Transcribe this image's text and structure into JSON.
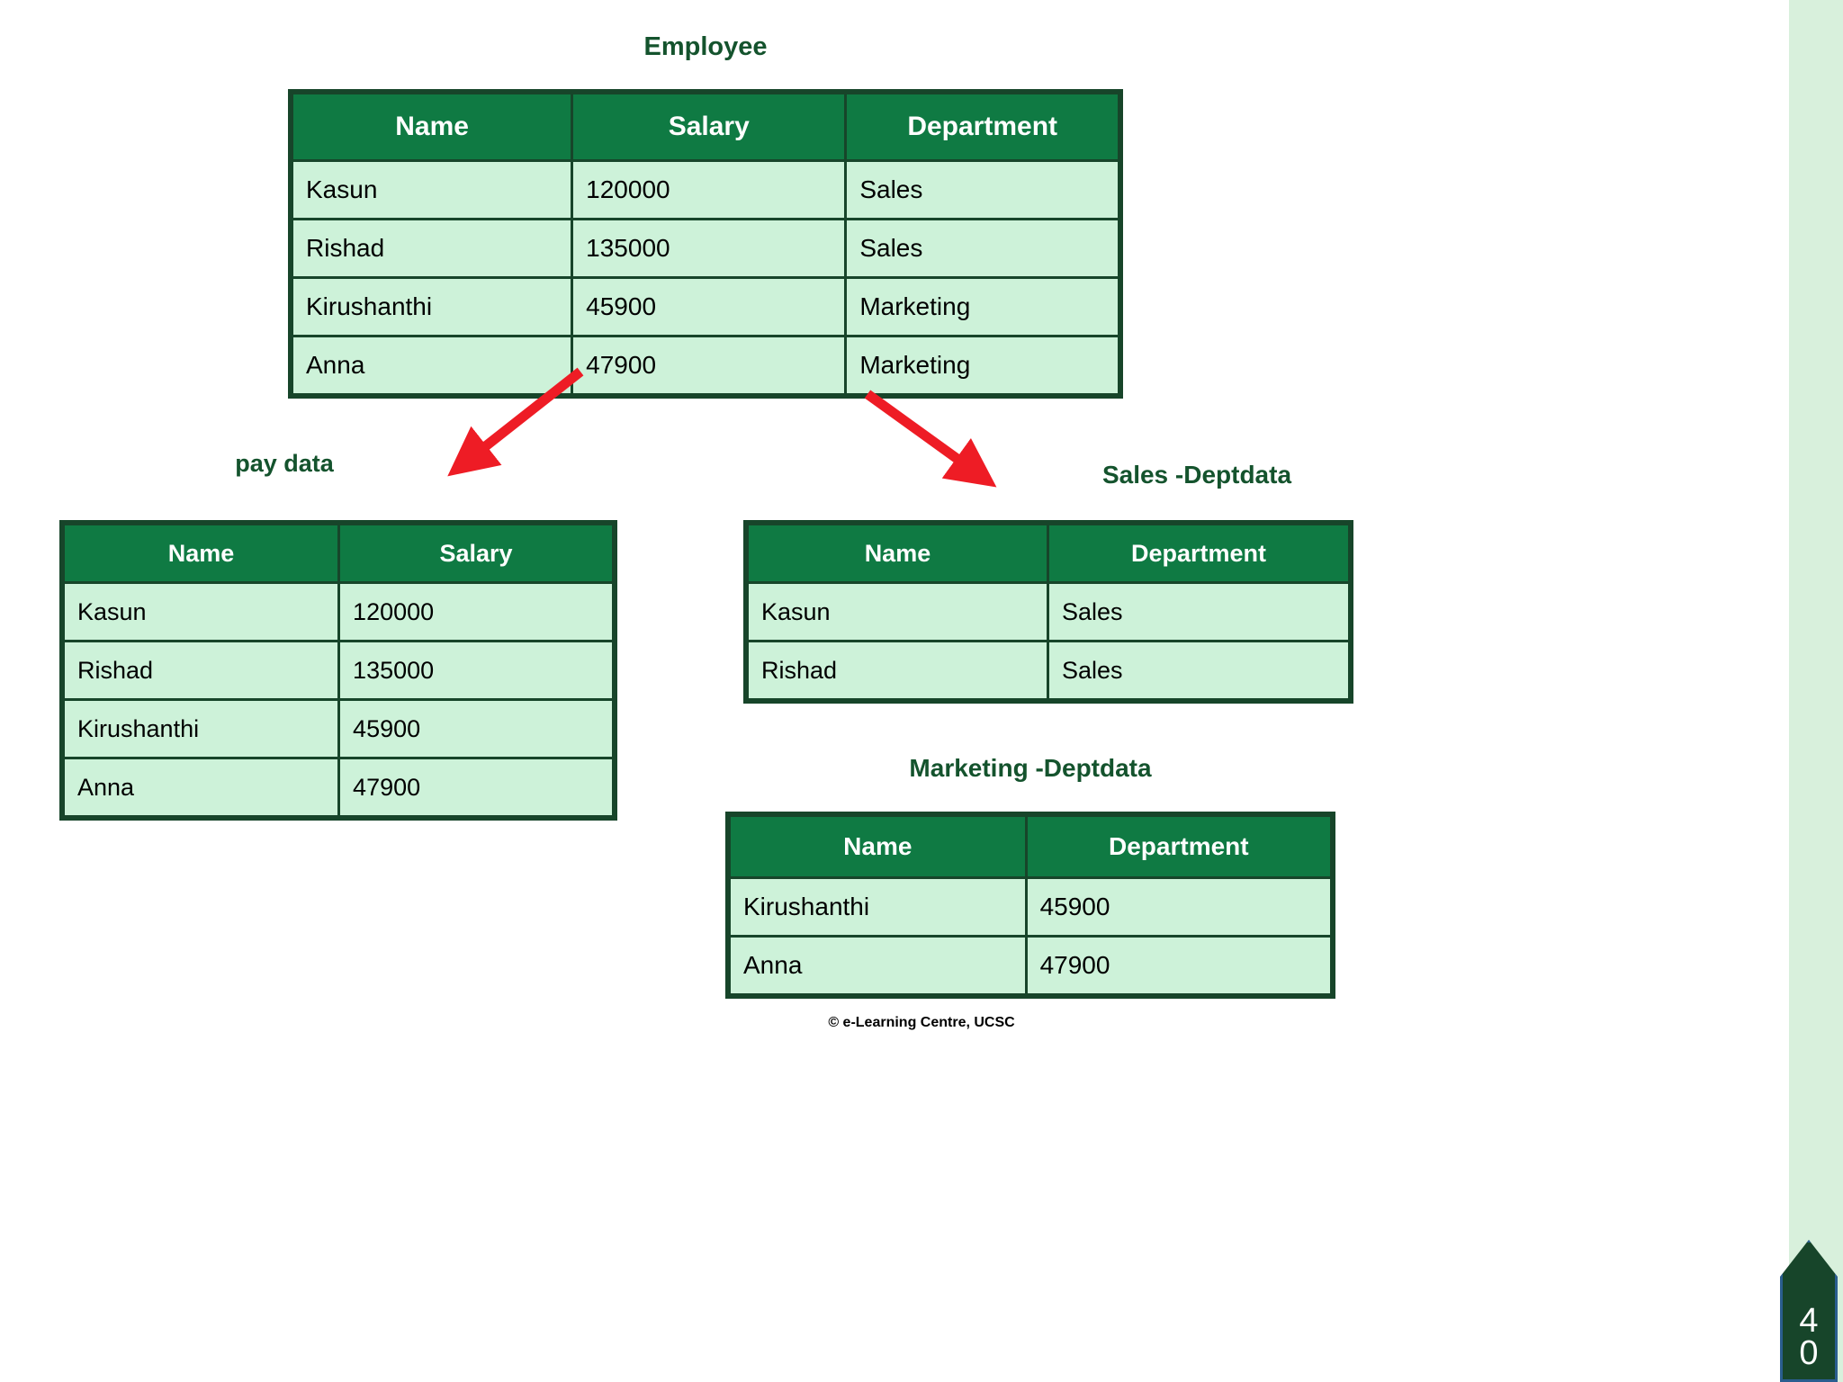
{
  "slide": {
    "page_number": "40",
    "footer": "© e-Learning Centre, UCSC",
    "accent_header_color": "#0f7a43",
    "accent_cell_color": "#cdf2d9",
    "accent_border_color": "#17452a",
    "caption_color": "#14532d",
    "arrow_color": "#ee1c25"
  },
  "employee": {
    "caption": "Employee",
    "columns": [
      "Name",
      "Salary",
      "Department"
    ],
    "rows": [
      [
        "Kasun",
        "120000",
        "Sales"
      ],
      [
        "Rishad",
        "135000",
        "Sales"
      ],
      [
        "Kirushanthi",
        "45900",
        "Marketing"
      ],
      [
        "Anna",
        "47900",
        "Marketing"
      ]
    ]
  },
  "paydata": {
    "caption": "pay data",
    "columns": [
      "Name",
      "Salary"
    ],
    "rows": [
      [
        "Kasun",
        "120000"
      ],
      [
        "Rishad",
        "135000"
      ],
      [
        "Kirushanthi",
        "45900"
      ],
      [
        "Anna",
        "47900"
      ]
    ]
  },
  "sales_deptdata": {
    "caption": "Sales -Deptdata",
    "columns": [
      "Name",
      "Department"
    ],
    "rows": [
      [
        "Kasun",
        "Sales"
      ],
      [
        "Rishad",
        "Sales"
      ]
    ]
  },
  "marketing_deptdata": {
    "caption": "Marketing -Deptdata",
    "columns": [
      "Name",
      "Department"
    ],
    "rows": [
      [
        "Kirushanthi",
        "45900"
      ],
      [
        "Anna",
        "47900"
      ]
    ]
  }
}
